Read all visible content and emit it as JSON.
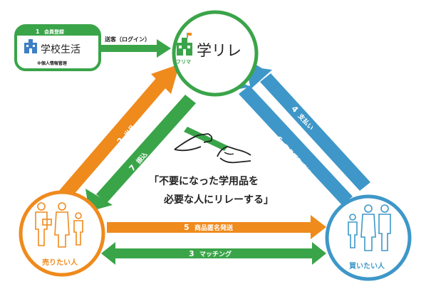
{
  "colors": {
    "green": "#3aa449",
    "orange": "#ef8a1c",
    "blue": "#3e97c8",
    "text": "#222222"
  },
  "nodes": {
    "school": {
      "step": "1",
      "label": "会員登録",
      "logo_text": "学校生活",
      "note": "※個人情報管理"
    },
    "platform": {
      "logo_text": "学リレ",
      "sub": "フリマ"
    },
    "seller": {
      "label": "売りたい人"
    },
    "buyer": {
      "label": "買いたい人"
    }
  },
  "flows": [
    {
      "id": "send",
      "label": "送客（ログイン）"
    },
    {
      "id": "listing",
      "step": "2",
      "label": "出品"
    },
    {
      "id": "deposit",
      "step": "7",
      "label": "振込"
    },
    {
      "id": "payment",
      "step": "4",
      "label": "支払い"
    },
    {
      "id": "receipt",
      "step": "6",
      "label": "商品受取通知"
    },
    {
      "id": "shipping",
      "step": "5",
      "label": "商品匿名発送"
    },
    {
      "id": "matching",
      "step": "3",
      "label": "マッチング"
    }
  ],
  "slogan": {
    "line1": "「不要になった学用品を",
    "line2": "必要な人にリレーする」"
  }
}
